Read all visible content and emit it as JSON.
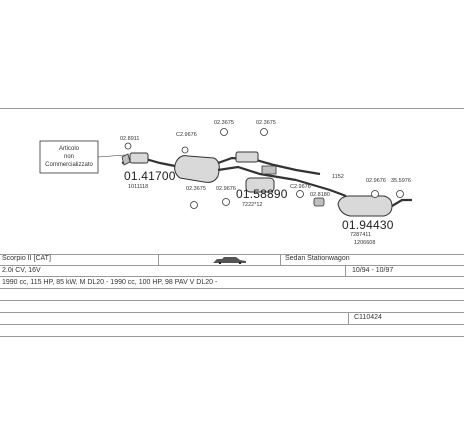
{
  "diagram": {
    "note_box": {
      "line1": "Articolo",
      "line2": "non",
      "line3": "Commercializzato"
    },
    "parts": [
      {
        "name": "front-pipe",
        "code": "01.41700",
        "subcode": "1011118"
      },
      {
        "name": "center-silencer",
        "code": "01.58890",
        "subcode": "7222*12"
      },
      {
        "name": "rear-silencer",
        "code": "01.94430",
        "subcode": "7287411",
        "subcode2": "1206608"
      }
    ],
    "ref_labels": {
      "r1": "02.8911",
      "r2": "C2.9676",
      "r3": "02.3675",
      "r4": "02.3675",
      "r5": "02.3675",
      "r6": "02.9676",
      "r7": "C2.9676",
      "r8": "02.8180",
      "r9": "02.9676",
      "r10": "35.5976",
      "r11": "1152"
    }
  },
  "table": {
    "model": "Scorpio II [CAT]",
    "body": "Sedan Stationwagon",
    "engine_row": "2.0i CV, 16V",
    "dates": "10/94 - 10/97",
    "spec_row": "1990 cc, 115 HP, 85 kW, M DL20 - 1990 cc, 100 HP, 98 PAV V DL20 -",
    "code": "C110424"
  },
  "colors": {
    "part_fill": "#d9d9d9",
    "line": "#333333",
    "grid": "#9a9a9a"
  }
}
